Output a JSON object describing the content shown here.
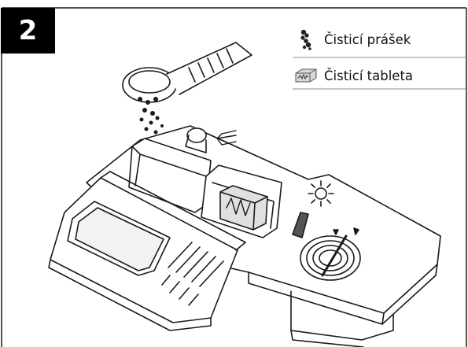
{
  "step": {
    "number": "2"
  },
  "legend": {
    "items": [
      {
        "icon": "powder-icon",
        "label": "Čisticí prášek"
      },
      {
        "icon": "tablet-icon",
        "label": "Čisticí tableta"
      }
    ]
  },
  "colors": {
    "line": "#1a1a1a",
    "badge": "#000000",
    "tablet": "#d8d8d8"
  }
}
